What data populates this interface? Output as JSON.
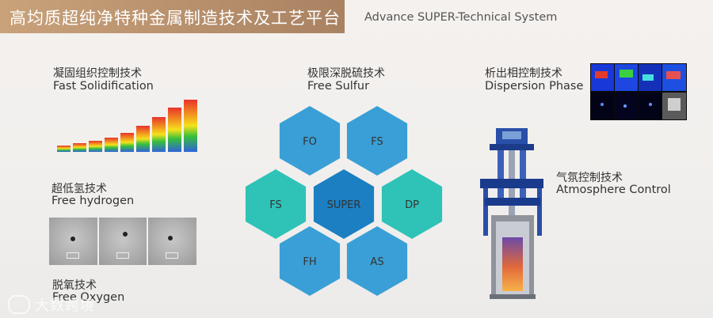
{
  "header": {
    "title": "高均质超纯净特种金属制造技术及工艺平台",
    "subtitle": "Advance SUPER-Technical System"
  },
  "techniques": {
    "fast_solidification": {
      "cn": "凝固组织控制技术",
      "en": "Fast Solidification"
    },
    "free_hydrogen": {
      "cn": "超低氢技术",
      "en": "Free hydrogen"
    },
    "free_oxygen": {
      "cn": "脱氧技术",
      "en": "Free Oxygen"
    },
    "free_sulfur": {
      "cn": "极限深脱硫技术",
      "en": "Free Sulfur"
    },
    "dispersion_phase": {
      "cn": "析出相控制技术",
      "en": "Dispersion Phase"
    },
    "atmosphere_control": {
      "cn": "气氛控制技术",
      "en": "Atmosphere Control"
    }
  },
  "hexagons": [
    {
      "label": "FO",
      "color": "#3a9fd6"
    },
    {
      "label": "FS",
      "color": "#3a9fd6"
    },
    {
      "label": "FS",
      "color": "#2fc3b8"
    },
    {
      "label": "SUPER",
      "color": "#1b7fc2"
    },
    {
      "label": "DP",
      "color": "#2fc3b8"
    },
    {
      "label": "FH",
      "color": "#3a9fd6"
    },
    {
      "label": "AS",
      "color": "#3a9fd6"
    }
  ],
  "watermark": {
    "text": "大数跨境"
  }
}
